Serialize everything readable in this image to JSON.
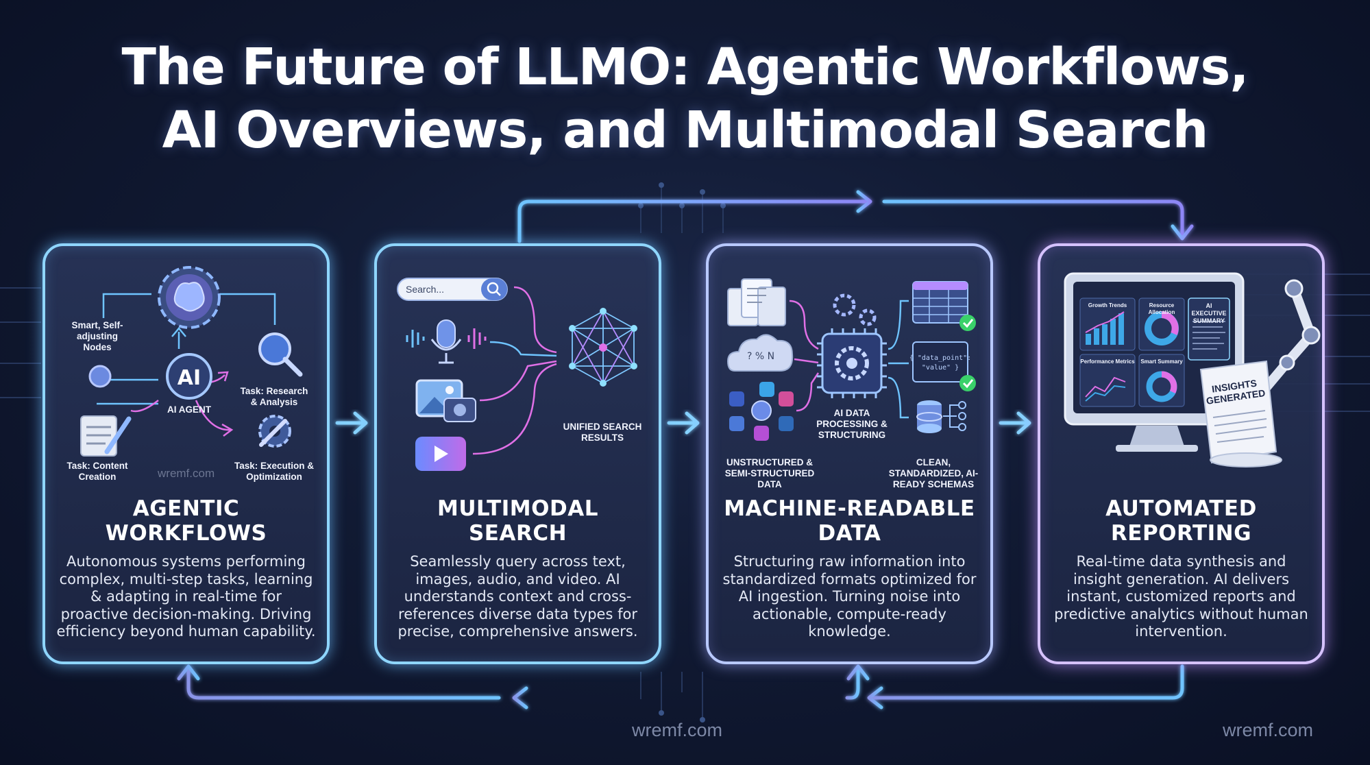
{
  "title": {
    "line1": "The Future of LLMO: Agentic Workflows,",
    "line2": "AI Overviews, and Multimodal Search"
  },
  "cards": [
    {
      "title_line1": "AGENTIC",
      "title_line2": "WORKFLOWS",
      "description": "Autonomous systems performing complex, multi-step tasks, learning & adapting in real-time for proactive decision-making. Driving efficiency beyond human capability.",
      "labels": {
        "nodes": "Smart, Self-adjusting Nodes",
        "ai_badge": "AI",
        "agent": "AI AGENT",
        "research": "Task: Research & Analysis",
        "content": "Task: Content Creation",
        "execution": "Task: Execution & Optimization"
      },
      "watermark": "wremf.com",
      "icons": [
        "brain-gear-icon",
        "magnifier-icon",
        "notepad-pencil-icon",
        "wrench-gear-icon"
      ]
    },
    {
      "title_line1": "MULTIMODAL",
      "title_line2": "SEARCH",
      "description": "Seamlessly query across text, images, audio, and video. AI understands context and cross-references diverse data types for precise, comprehensive answers.",
      "labels": {
        "search_placeholder": "Search...",
        "results": "UNIFIED SEARCH RESULTS"
      },
      "icons": [
        "search-icon",
        "microphone-icon",
        "image-camera-icon",
        "video-play-icon",
        "network-icon"
      ]
    },
    {
      "title_line1": "MACHINE-READABLE",
      "title_line2": "DATA",
      "description": "Structuring raw information into standardized formats optimized for AI ingestion. Turning noise into actionable, compute-ready knowledge.",
      "labels": {
        "processing": "AI DATA PROCESSING & STRUCTURING",
        "unstructured": "UNSTRUCTURED & SEMI-STRUCTURED DATA",
        "clean": "CLEAN, STANDARDIZED, AI-READY SCHEMAS",
        "json_key": "{ \"data_point\":",
        "json_val": "\"value\" }"
      },
      "icons": [
        "documents-icon",
        "cloud-icon",
        "social-icons",
        "chip-gear-icon",
        "table-icon",
        "code-icon",
        "database-icon"
      ]
    },
    {
      "title_line1": "AUTOMATED",
      "title_line2": "REPORTING",
      "description": "Real-time data synthesis and insight generation. AI delivers instant, customized reports and predictive analytics without human intervention.",
      "labels": {
        "growth": "Growth Trends",
        "resource": "Resource Allocation",
        "summary": "AI EXECUTIVE SUMMARY",
        "performance": "Performance Metrics",
        "smart": "Smart Summary",
        "insights": "INSIGHTS GENERATED"
      },
      "icons": [
        "monitor-icon",
        "robot-arm-icon",
        "scroll-icon"
      ]
    }
  ],
  "watermarks": [
    "wremf.com",
    "wremf.com"
  ],
  "colors": {
    "cyan": "#8fd6ff",
    "blue": "#6aa8ff",
    "purple": "#b58cff",
    "pink": "#e070e6",
    "green": "#3ad16a"
  }
}
